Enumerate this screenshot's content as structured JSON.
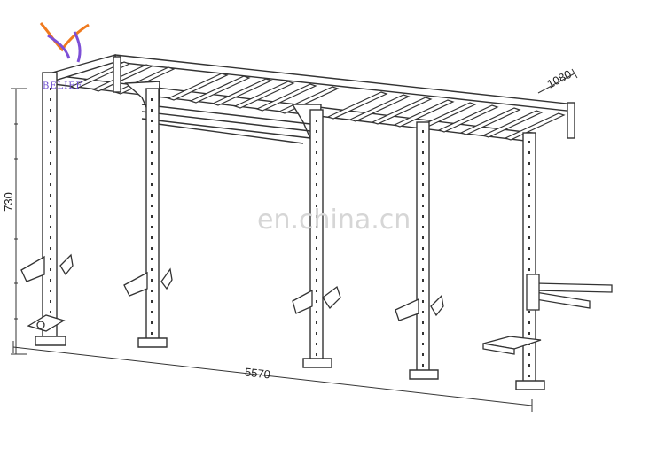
{
  "logo": {
    "text": "BELIEF",
    "colors": {
      "ribbon_orange": "#f07a1e",
      "ribbon_purple": "#7d4fd6",
      "text": "#6b4ad0"
    }
  },
  "watermark": {
    "text": "en.china.cn",
    "color": "#d6d6d6"
  },
  "dimensions": {
    "height_label": "730",
    "width_label": "5570",
    "depth_label": "1080"
  },
  "colors": {
    "line": "#333333",
    "background": "#ffffff"
  }
}
